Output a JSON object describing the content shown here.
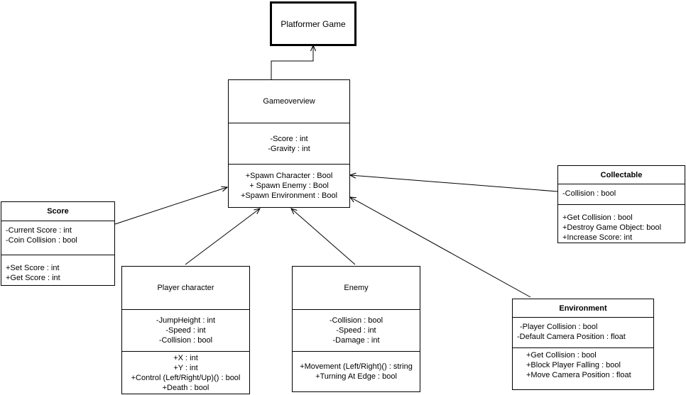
{
  "platformer": {
    "title": "Platformer Game"
  },
  "gameoverview": {
    "title": "Gameoverview",
    "attributes": [
      "-Score : int",
      "-Gravity : int"
    ],
    "methods": [
      "+Spawn Character : Bool",
      "+ Spawn Enemy : Bool",
      "+Spawn Environment : Bool"
    ]
  },
  "score": {
    "title": "Score",
    "attributes": [
      "-Current Score : int",
      "-Coin Collision : bool"
    ],
    "methods": [
      "+Set Score : int",
      "+Get Score : int"
    ]
  },
  "player": {
    "title": "Player character",
    "attributes": [
      "-JumpHeight : int",
      "-Speed : int",
      "-Collision : bool"
    ],
    "methods": [
      "+X : int",
      "+Y : int",
      "+Control (Left/Right/Up)() : bool",
      "+Death : bool"
    ]
  },
  "enemy": {
    "title": "Enemy",
    "attributes": [
      "-Collision : bool",
      "-Speed : int",
      "-Damage : int"
    ],
    "methods": [
      "+Movement (Left/Right)() : string",
      "+Turning At Edge : bool"
    ]
  },
  "collectable": {
    "title": "Collectable",
    "attributes": [
      "-Collision : bool"
    ],
    "methods": [
      "+Get Collision : bool",
      "+Destroy Game Object: bool",
      "+Increase Score: int"
    ]
  },
  "environment": {
    "title": "Environment",
    "attributes": [
      "-Player Collision : bool",
      "-Default Camera Position : float"
    ],
    "methods": [
      "+Get Collision : bool",
      "+Block Player Falling : bool",
      "+Move Camera Position : float"
    ]
  }
}
